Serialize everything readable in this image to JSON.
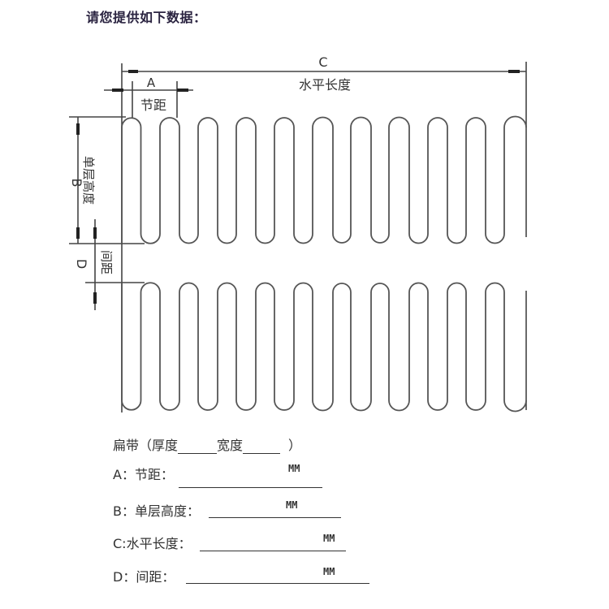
{
  "heading": "请您提供如下数据：",
  "drawing": {
    "dimension_labels": {
      "A": "A",
      "A_name": "节距",
      "B": "B",
      "B_name": "单层高度",
      "C": "C",
      "C_name": "水平长度",
      "D": "D",
      "D_name": "间距"
    },
    "loops_per_row": 11,
    "rows": 2
  },
  "form": {
    "band_prefix": "扁带（厚度",
    "band_width_label": "宽度",
    "band_suffix": "）",
    "fields": [
      {
        "key": "A",
        "label": "A：节距：",
        "unit": "MM"
      },
      {
        "key": "B",
        "label": "B：单层高度：",
        "unit": "MM"
      },
      {
        "key": "C",
        "label": "C:水平长度：",
        "unit": "MM"
      },
      {
        "key": "D",
        "label": "D：间距：",
        "unit": "MM"
      }
    ]
  }
}
